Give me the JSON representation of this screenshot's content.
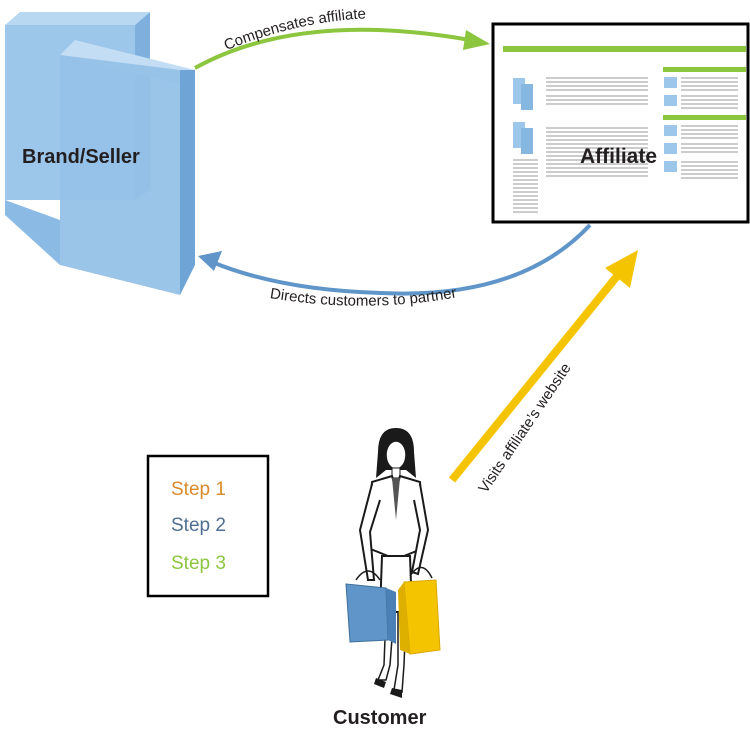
{
  "nodes": {
    "brand": "Brand/Seller",
    "affiliate": "Affiliate",
    "customer": "Customer"
  },
  "arrows": {
    "compensates": "Compensates affiliate",
    "directs": "Directs customers to partner",
    "visits": "Visits affiliate’s website"
  },
  "legend": {
    "steps": [
      {
        "label": "Step 1",
        "color": "#d98a2b"
      },
      {
        "label": "Step 2",
        "color": "#4f6f92"
      },
      {
        "label": "Step 3",
        "color": "#8cc63f"
      }
    ]
  },
  "colors": {
    "building": "#9cc6ea",
    "green_arrow": "#8cc63f",
    "blue_arrow": "#5f95c8",
    "yellow_arrow": "#f5c400",
    "bag_blue": "#5f95c8",
    "bag_yellow": "#f5c400"
  }
}
